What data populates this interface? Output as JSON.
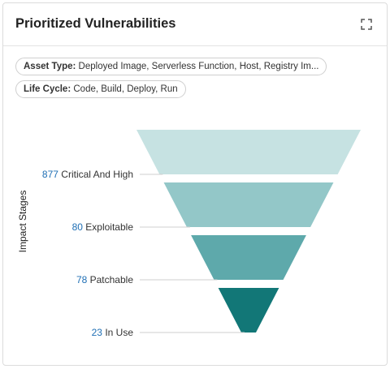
{
  "widget": {
    "title": "Prioritized Vulnerabilities",
    "expand_icon": "expand-icon"
  },
  "filters": [
    {
      "key": "Asset Type:",
      "value": "Deployed Image, Serverless Function, Host, Registry Im..."
    },
    {
      "key": "Life Cycle:",
      "value": "Code, Build, Deploy, Run"
    }
  ],
  "chart_data": {
    "type": "funnel",
    "ylabel": "Impact Stages",
    "stages": [
      {
        "name": "Critical And High",
        "value": 877,
        "color": "#c6e2e2"
      },
      {
        "name": "Exploitable",
        "value": 80,
        "color": "#93c7c8"
      },
      {
        "name": "Patchable",
        "value": 78,
        "color": "#5ea9ab"
      },
      {
        "name": "In Use",
        "value": 23,
        "color": "#127777"
      }
    ]
  }
}
